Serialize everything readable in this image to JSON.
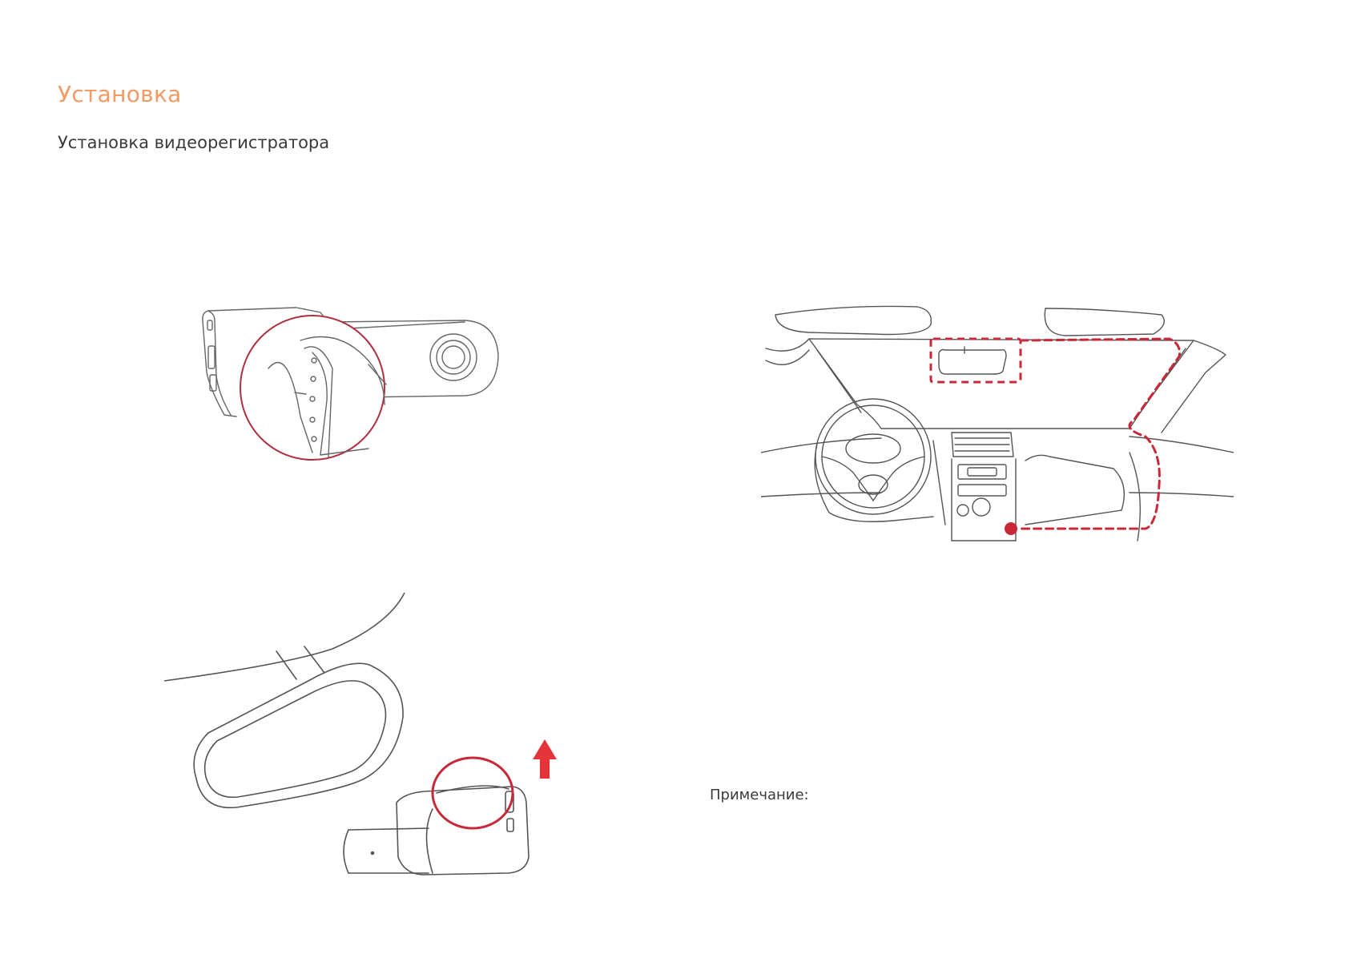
{
  "page": {
    "section_title": "Установка",
    "subsection_title": "Установка видеорегистратора",
    "note_label": "Примечание:"
  },
  "colors": {
    "heading_accent": "#f39a63",
    "highlight_red": "#c8283a",
    "arrow_red": "#e5333a",
    "line_art": "#555555"
  },
  "figures": [
    {
      "name": "mount-detail-figure",
      "icon": "dashcam-mount-icon"
    },
    {
      "name": "mirror-install-figure",
      "icon": "rearview-mirror-dashcam-icon"
    },
    {
      "name": "cable-routing-figure",
      "icon": "car-interior-cable-route-icon"
    }
  ]
}
